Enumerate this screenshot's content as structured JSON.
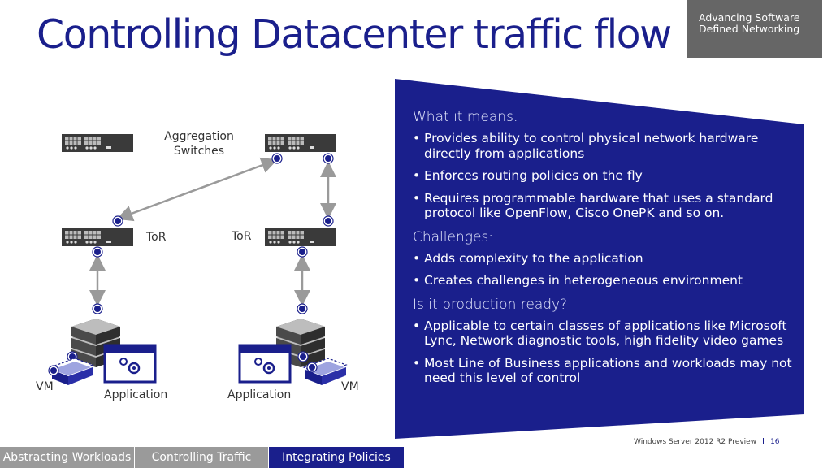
{
  "slide": {
    "title": "Controlling Datacenter traffic flow",
    "badge_line1": "Advancing Software",
    "badge_line2": "Defined Networking"
  },
  "panel": {
    "sections": [
      {
        "heading": "What it means:",
        "bullets": [
          "Provides ability to control physical network hardware directly from applications",
          "Enforces routing policies on the fly",
          "Requires programmable hardware that uses a standard protocol like OpenFlow, Cisco OnePK and so on."
        ]
      },
      {
        "heading": "Challenges:",
        "bullets": [
          "Adds complexity to the application",
          "Creates challenges in heterogeneous environment"
        ]
      },
      {
        "heading": "Is it production ready?",
        "bullets": [
          "Applicable to certain classes of applications like Microsoft Lync, Network diagnostic tools, high fidelity video games",
          "Most Line of Business applications and workloads may not need this level of control"
        ]
      }
    ]
  },
  "diagram": {
    "aggregation_label": "Aggregation Switches",
    "tor_left_label": "ToR",
    "tor_right_label": "ToR",
    "vm_left_label": "VM",
    "vm_right_label": "VM",
    "app_left_label": "Application",
    "app_right_label": "Application"
  },
  "tabs": [
    {
      "label": "Abstracting Workloads",
      "active": false
    },
    {
      "label": "Controlling Traffic",
      "active": false
    },
    {
      "label": "Integrating Policies",
      "active": true
    }
  ],
  "footer": {
    "product": "Windows Server 2012 R2 Preview",
    "page": "16"
  },
  "colors": {
    "brand_blue": "#1a1f8c",
    "badge_gray": "#666666",
    "tab_gray": "#9a9a9a"
  }
}
